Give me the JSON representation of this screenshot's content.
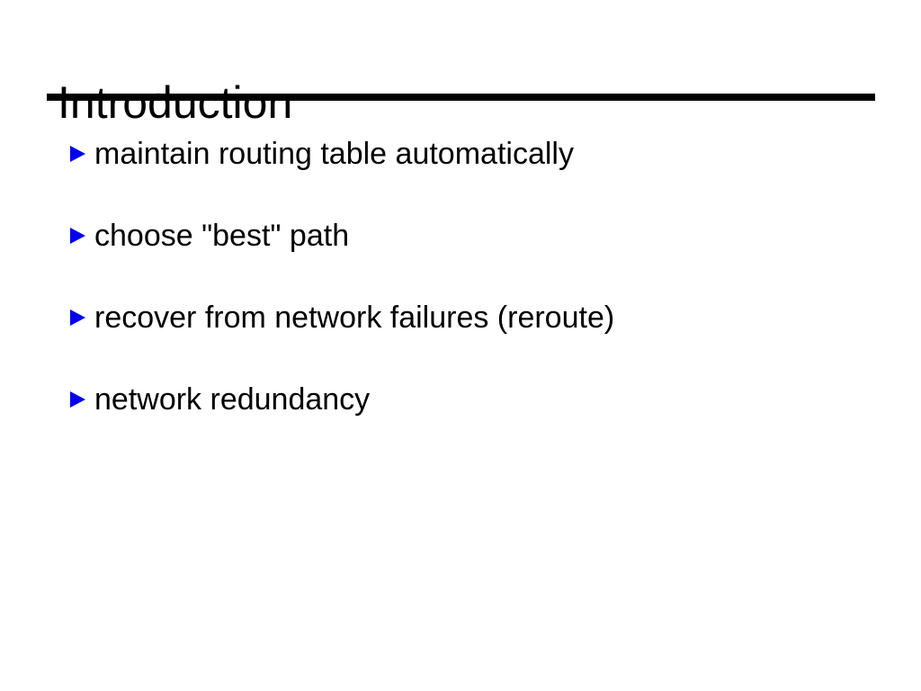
{
  "slide": {
    "title": "Introduction",
    "bullets": [
      "maintain routing table automatically",
      "choose \"best\" path",
      "recover from network failures (reroute)",
      "network redundancy"
    ],
    "colors": {
      "background": "#ffffff",
      "text": "#000000",
      "rule": "#000000",
      "bullet": "#0000ee"
    }
  }
}
